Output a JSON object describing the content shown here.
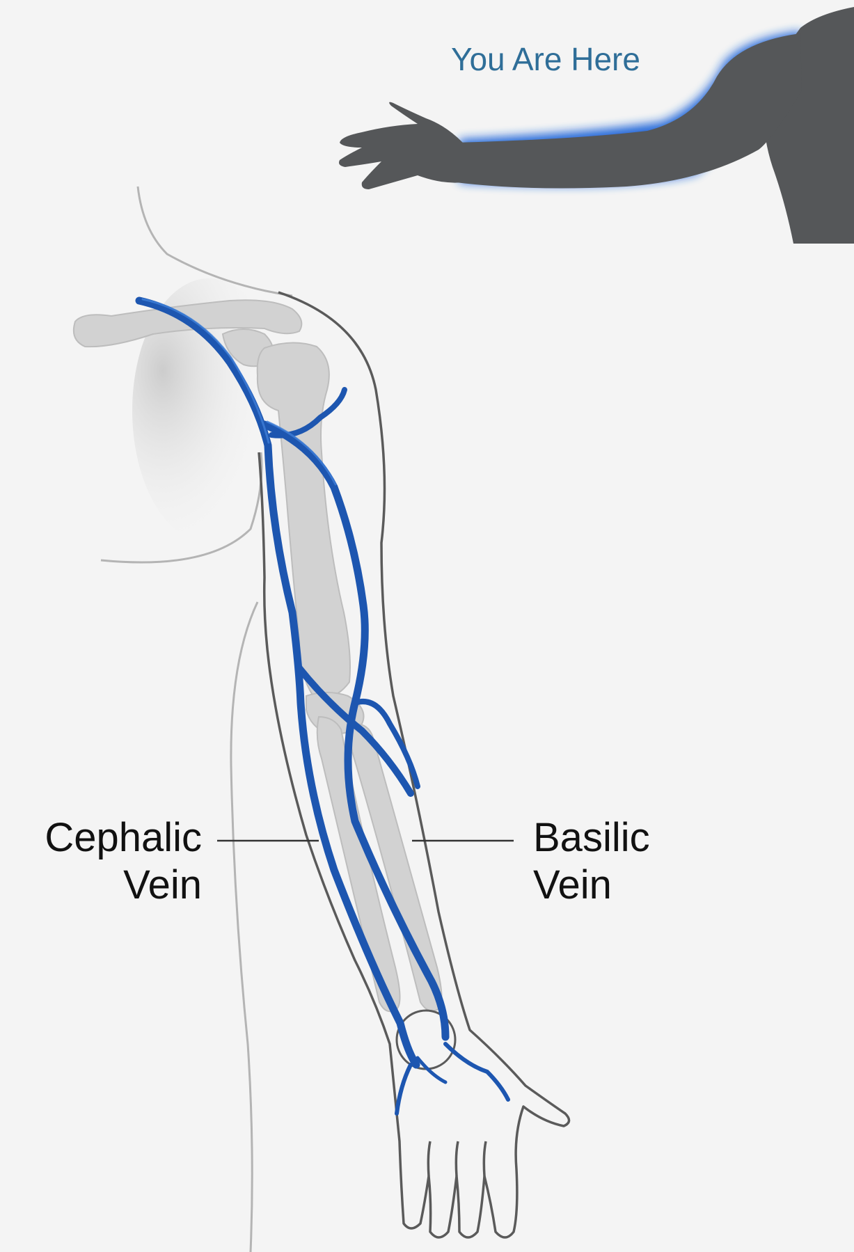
{
  "locator": {
    "text": "You Are Here",
    "color": "#2f6e98",
    "glow_color": "#1f64d8",
    "silhouette_color": "#555759"
  },
  "labels": {
    "cephalic": {
      "line1": "Cephalic",
      "line2": "Vein"
    },
    "basilic": {
      "line1": "Basilic",
      "line2": "Vein"
    }
  },
  "colors": {
    "vein": "#1d56b0",
    "vein_highlight": "#3f7fd8",
    "bone": "#d2d2d2",
    "outline": "#5a5a5a",
    "body_outline": "#b4b4b4",
    "leader_line": "#333333",
    "text": "#111111"
  }
}
